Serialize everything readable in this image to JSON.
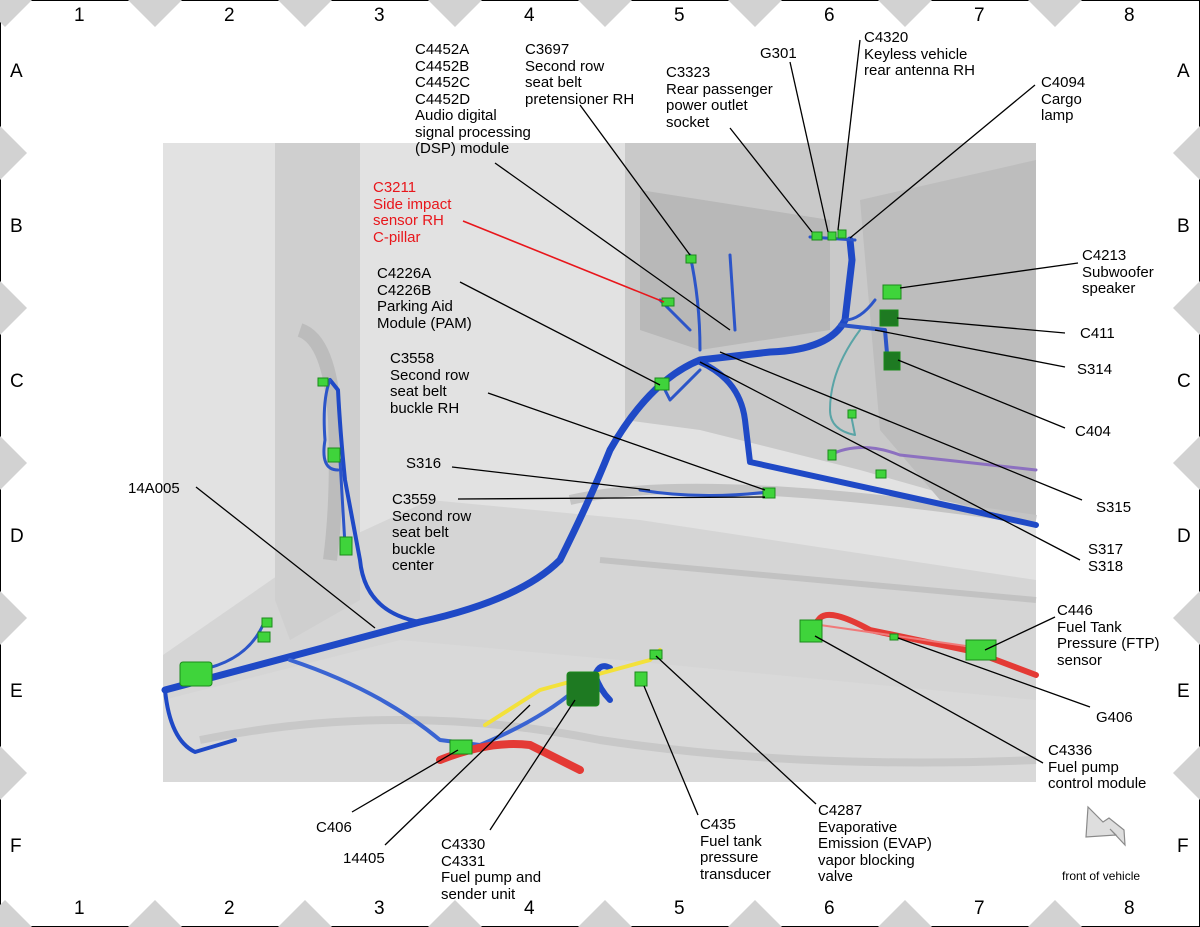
{
  "grid": {
    "columns": [
      "1",
      "2",
      "3",
      "4",
      "5",
      "6",
      "7",
      "8"
    ],
    "rows": [
      "A",
      "B",
      "C",
      "D",
      "E",
      "F"
    ]
  },
  "colors": {
    "harness_blue": "#1f49c6",
    "connector_green": "#3fd43b",
    "fuel_red": "#e43a35",
    "evap_yellow": "#f3e13a",
    "highlight_red": "#e8161b",
    "body_gray": "#dcdcdc"
  },
  "labels": {
    "c4452": "C4452A\nC4452B\nC4452C\nC4452D\nAudio digital\nsignal processing\n(DSP) module",
    "c3697": "C3697\nSecond row\nseat belt\npretensioner RH",
    "c3323": "C3323\nRear passenger\npower outlet\nsocket",
    "g301": "G301",
    "c4320": "C4320\nKeyless vehicle\nrear antenna RH",
    "c4094": "C4094\nCargo\nlamp",
    "c3211": "C3211\nSide impact\nsensor RH\nC-pillar",
    "c4213": "C4213\nSubwoofer\nspeaker",
    "c4226": "C4226A\nC4226B\nParking Aid\nModule (PAM)",
    "c411": "C411",
    "s314": "S314",
    "c3558": "C3558\nSecond row\nseat belt\nbuckle RH",
    "c404": "C404",
    "s316": "S316",
    "c3559": "C3559\nSecond row\nseat belt\nbuckle\ncenter",
    "s315": "S315",
    "a14a005": "14A005",
    "s317": "S317\nS318",
    "c446": "C446\nFuel Tank\nPressure (FTP)\nsensor",
    "g406": "G406",
    "c4336": "C4336\nFuel pump\ncontrol module",
    "c406": "C406",
    "n14405": "14405",
    "c4330": "C4330\nC4331\nFuel pump and\nsender unit",
    "c435": "C435\nFuel tank\npressure\ntransducer",
    "c4287": "C4287\nEvaporative\nEmission (EVAP)\nvapor blocking\nvalve"
  },
  "footer": {
    "direction_label": "front of vehicle",
    "arrow_icon": "front-direction-arrow-icon"
  }
}
